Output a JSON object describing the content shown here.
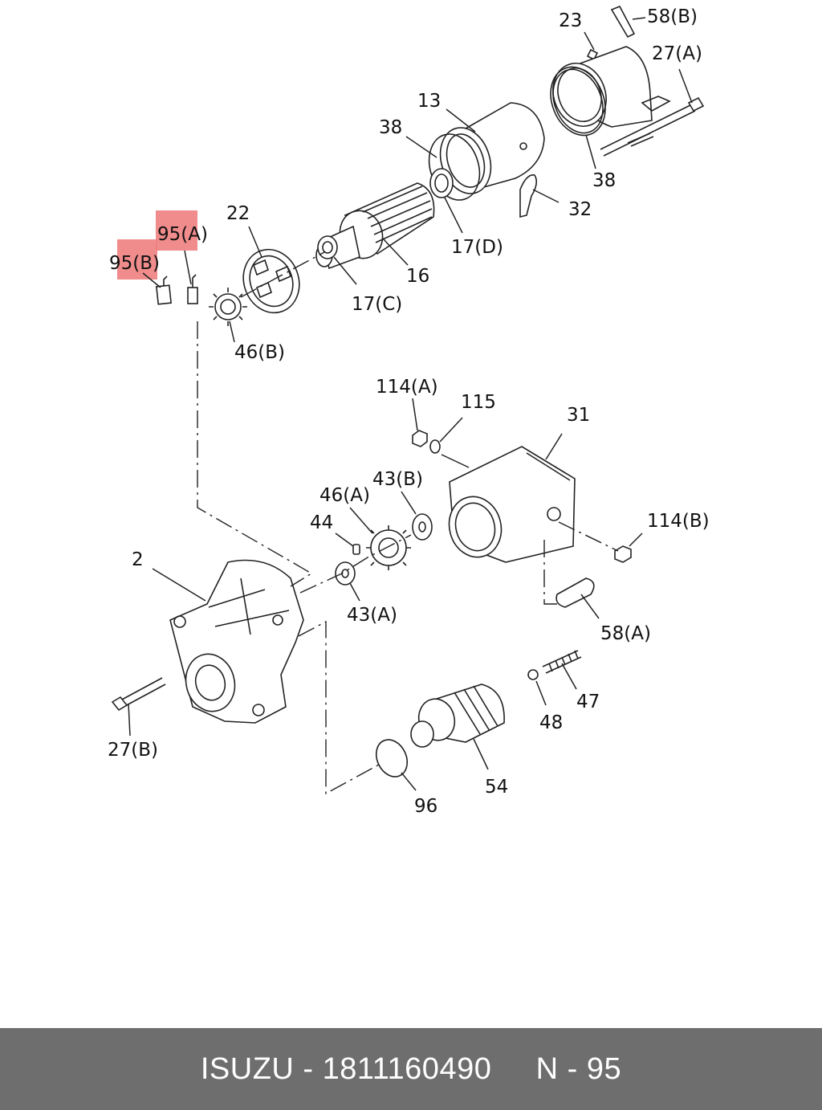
{
  "labels": {
    "p23": "23",
    "p58b": "58(B)",
    "p27a": "27(A)",
    "p13": "13",
    "p38a": "38",
    "p38b": "38",
    "p32": "32",
    "p17d": "17(D)",
    "p16": "16",
    "p17c": "17(C)",
    "p22": "22",
    "p95a": "95(A)",
    "p95b": "95(B)",
    "p46b": "46(B)",
    "p114a": "114(A)",
    "p115": "115",
    "p31": "31",
    "p46a": "46(A)",
    "p43b": "43(B)",
    "p44": "44",
    "p114b": "114(B)",
    "p2": "2",
    "p43a": "43(A)",
    "p58a": "58(A)",
    "p47": "47",
    "p48": "48",
    "p27b": "27(B)",
    "p54": "54",
    "p96": "96"
  },
  "highlight_color": "#f08080",
  "footer": {
    "brand": "ISUZU",
    "part_number": "1811160490",
    "code": "N - 95",
    "text": "ISUZU - 1811160490     N - 95",
    "background": "#6e6e6e"
  }
}
